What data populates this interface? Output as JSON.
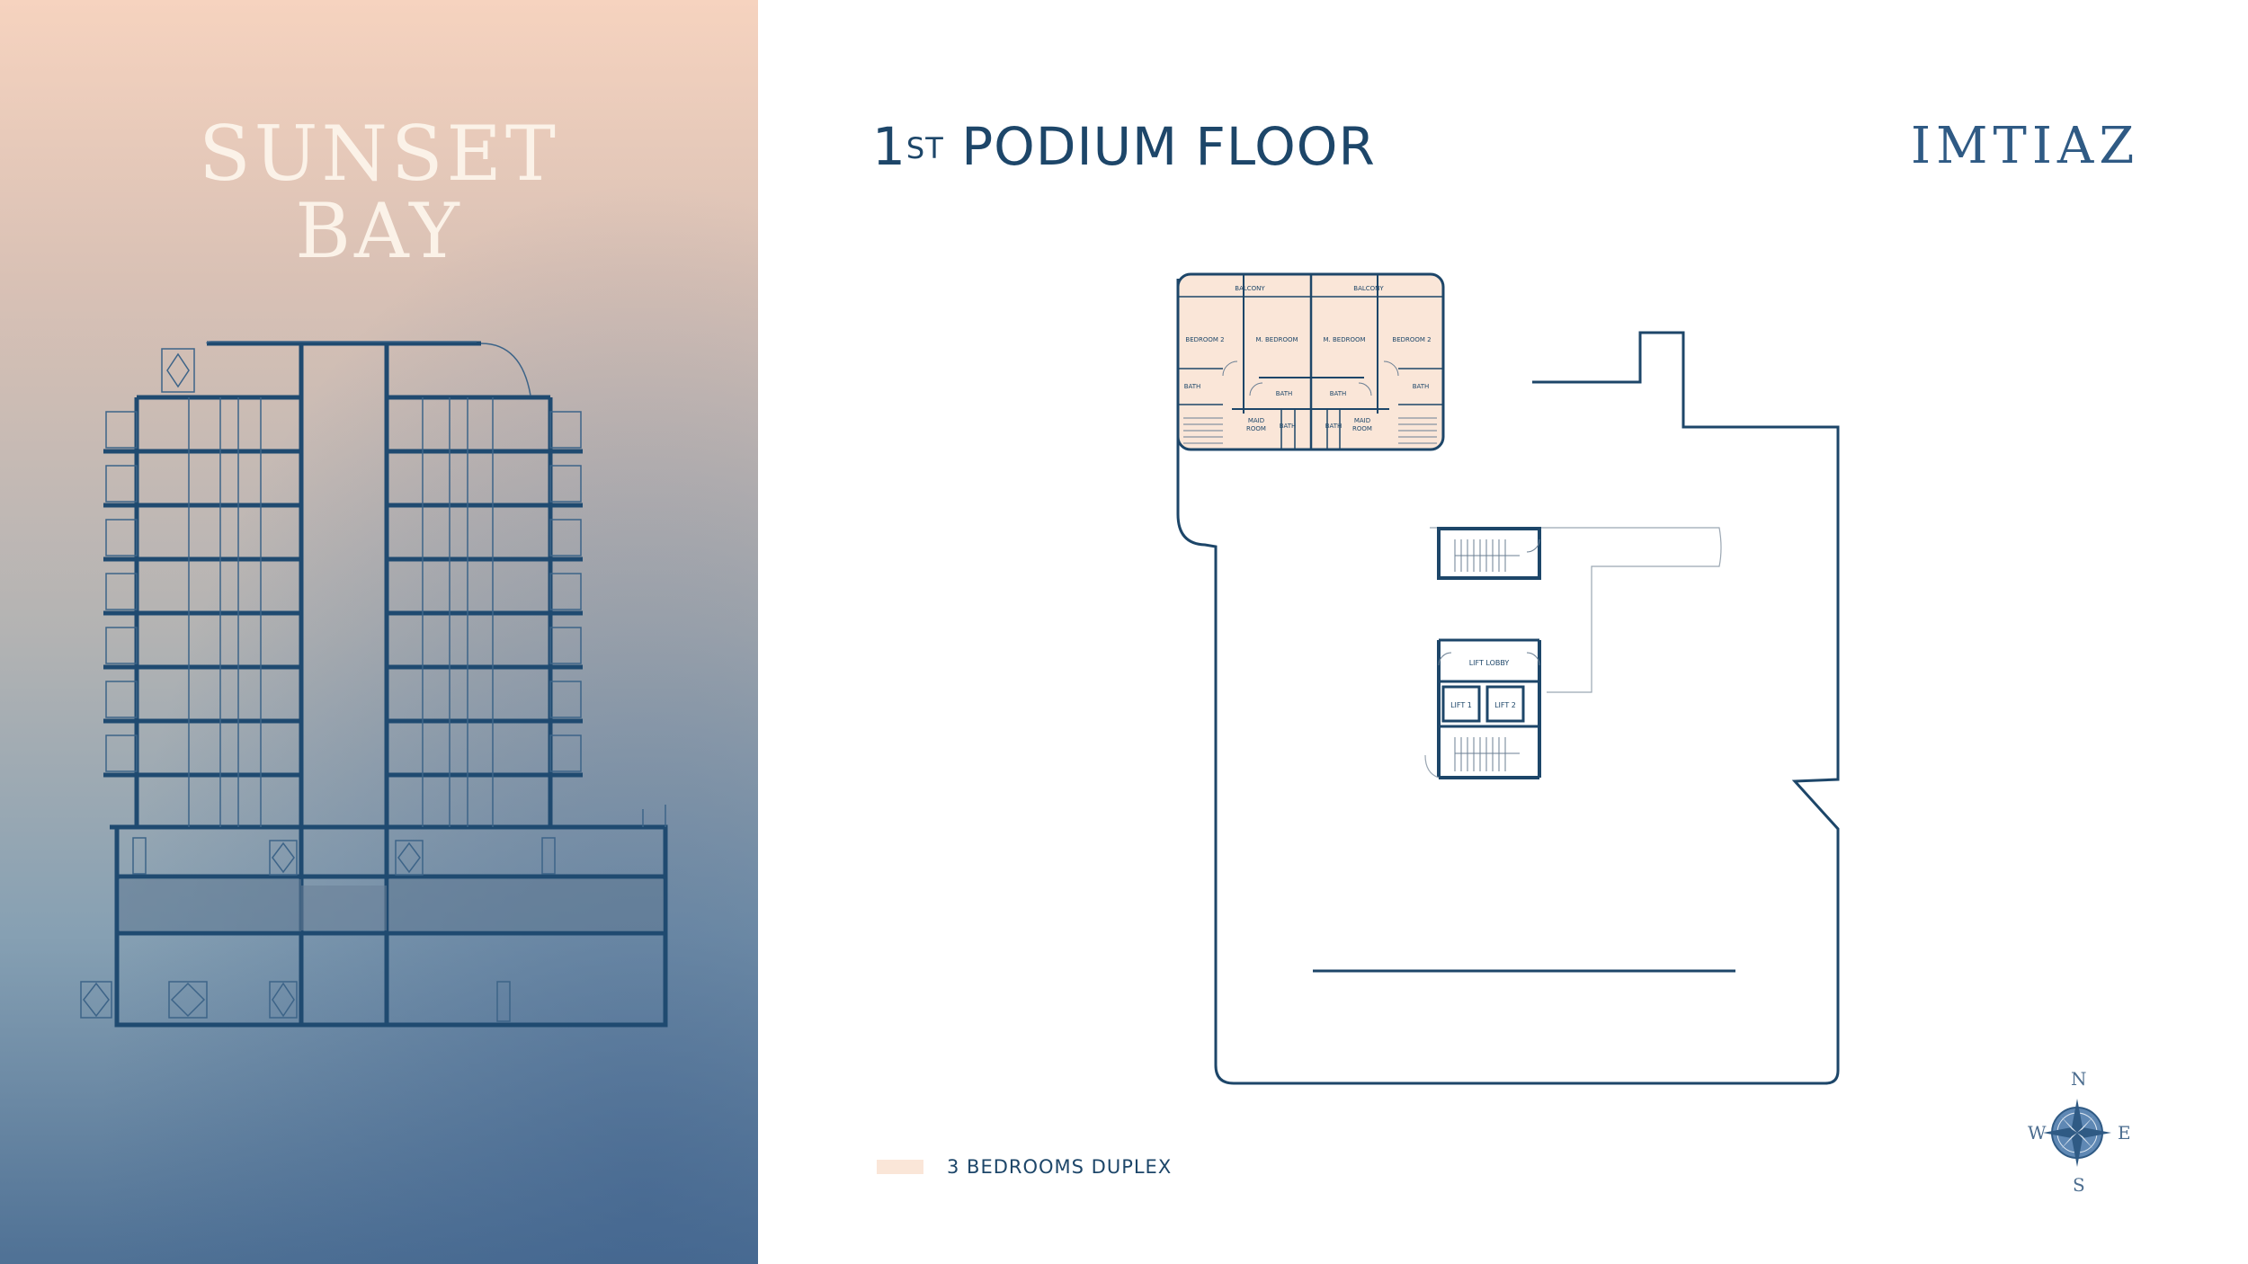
{
  "project": {
    "name_line1": "SUNSET",
    "name_line2": "BAY"
  },
  "heading": {
    "number": "1",
    "suffix": "ST",
    "text": "PODIUM FLOOR"
  },
  "logo": {
    "text": "IMTIAZ"
  },
  "floorplan": {
    "rooms": {
      "balcony_left": "BALCONY",
      "balcony_right": "BALCONY",
      "bedroom2_left": "BEDROOM 2",
      "mbedroom_left": "M. BEDROOM",
      "mbedroom_right": "M. BEDROOM",
      "bedroom2_right": "BEDROOM 2",
      "bath_far_left": "BATH",
      "bath_center_left": "BATH",
      "bath_center_right": "BATH",
      "bath_far_right": "BATH",
      "maid_left_1": "MAID",
      "maid_left_2": "ROOM",
      "bath_small_left": "BATH",
      "bath_small_right": "BATH",
      "maid_right_1": "MAID",
      "maid_right_2": "ROOM",
      "lift_lobby": "LIFT LOBBY",
      "lift_1": "LIFT 1",
      "lift_2": "LIFT 2"
    }
  },
  "legend": {
    "label": "3 BEDROOMS DUPLEX",
    "swatch_color": "#fae6d8"
  },
  "compass": {
    "north": "N",
    "south": "S",
    "east": "E",
    "west": "W"
  },
  "colors": {
    "ink": "#1d4669",
    "accent": "#2f5a84",
    "unit_fill": "#fae6d8"
  }
}
